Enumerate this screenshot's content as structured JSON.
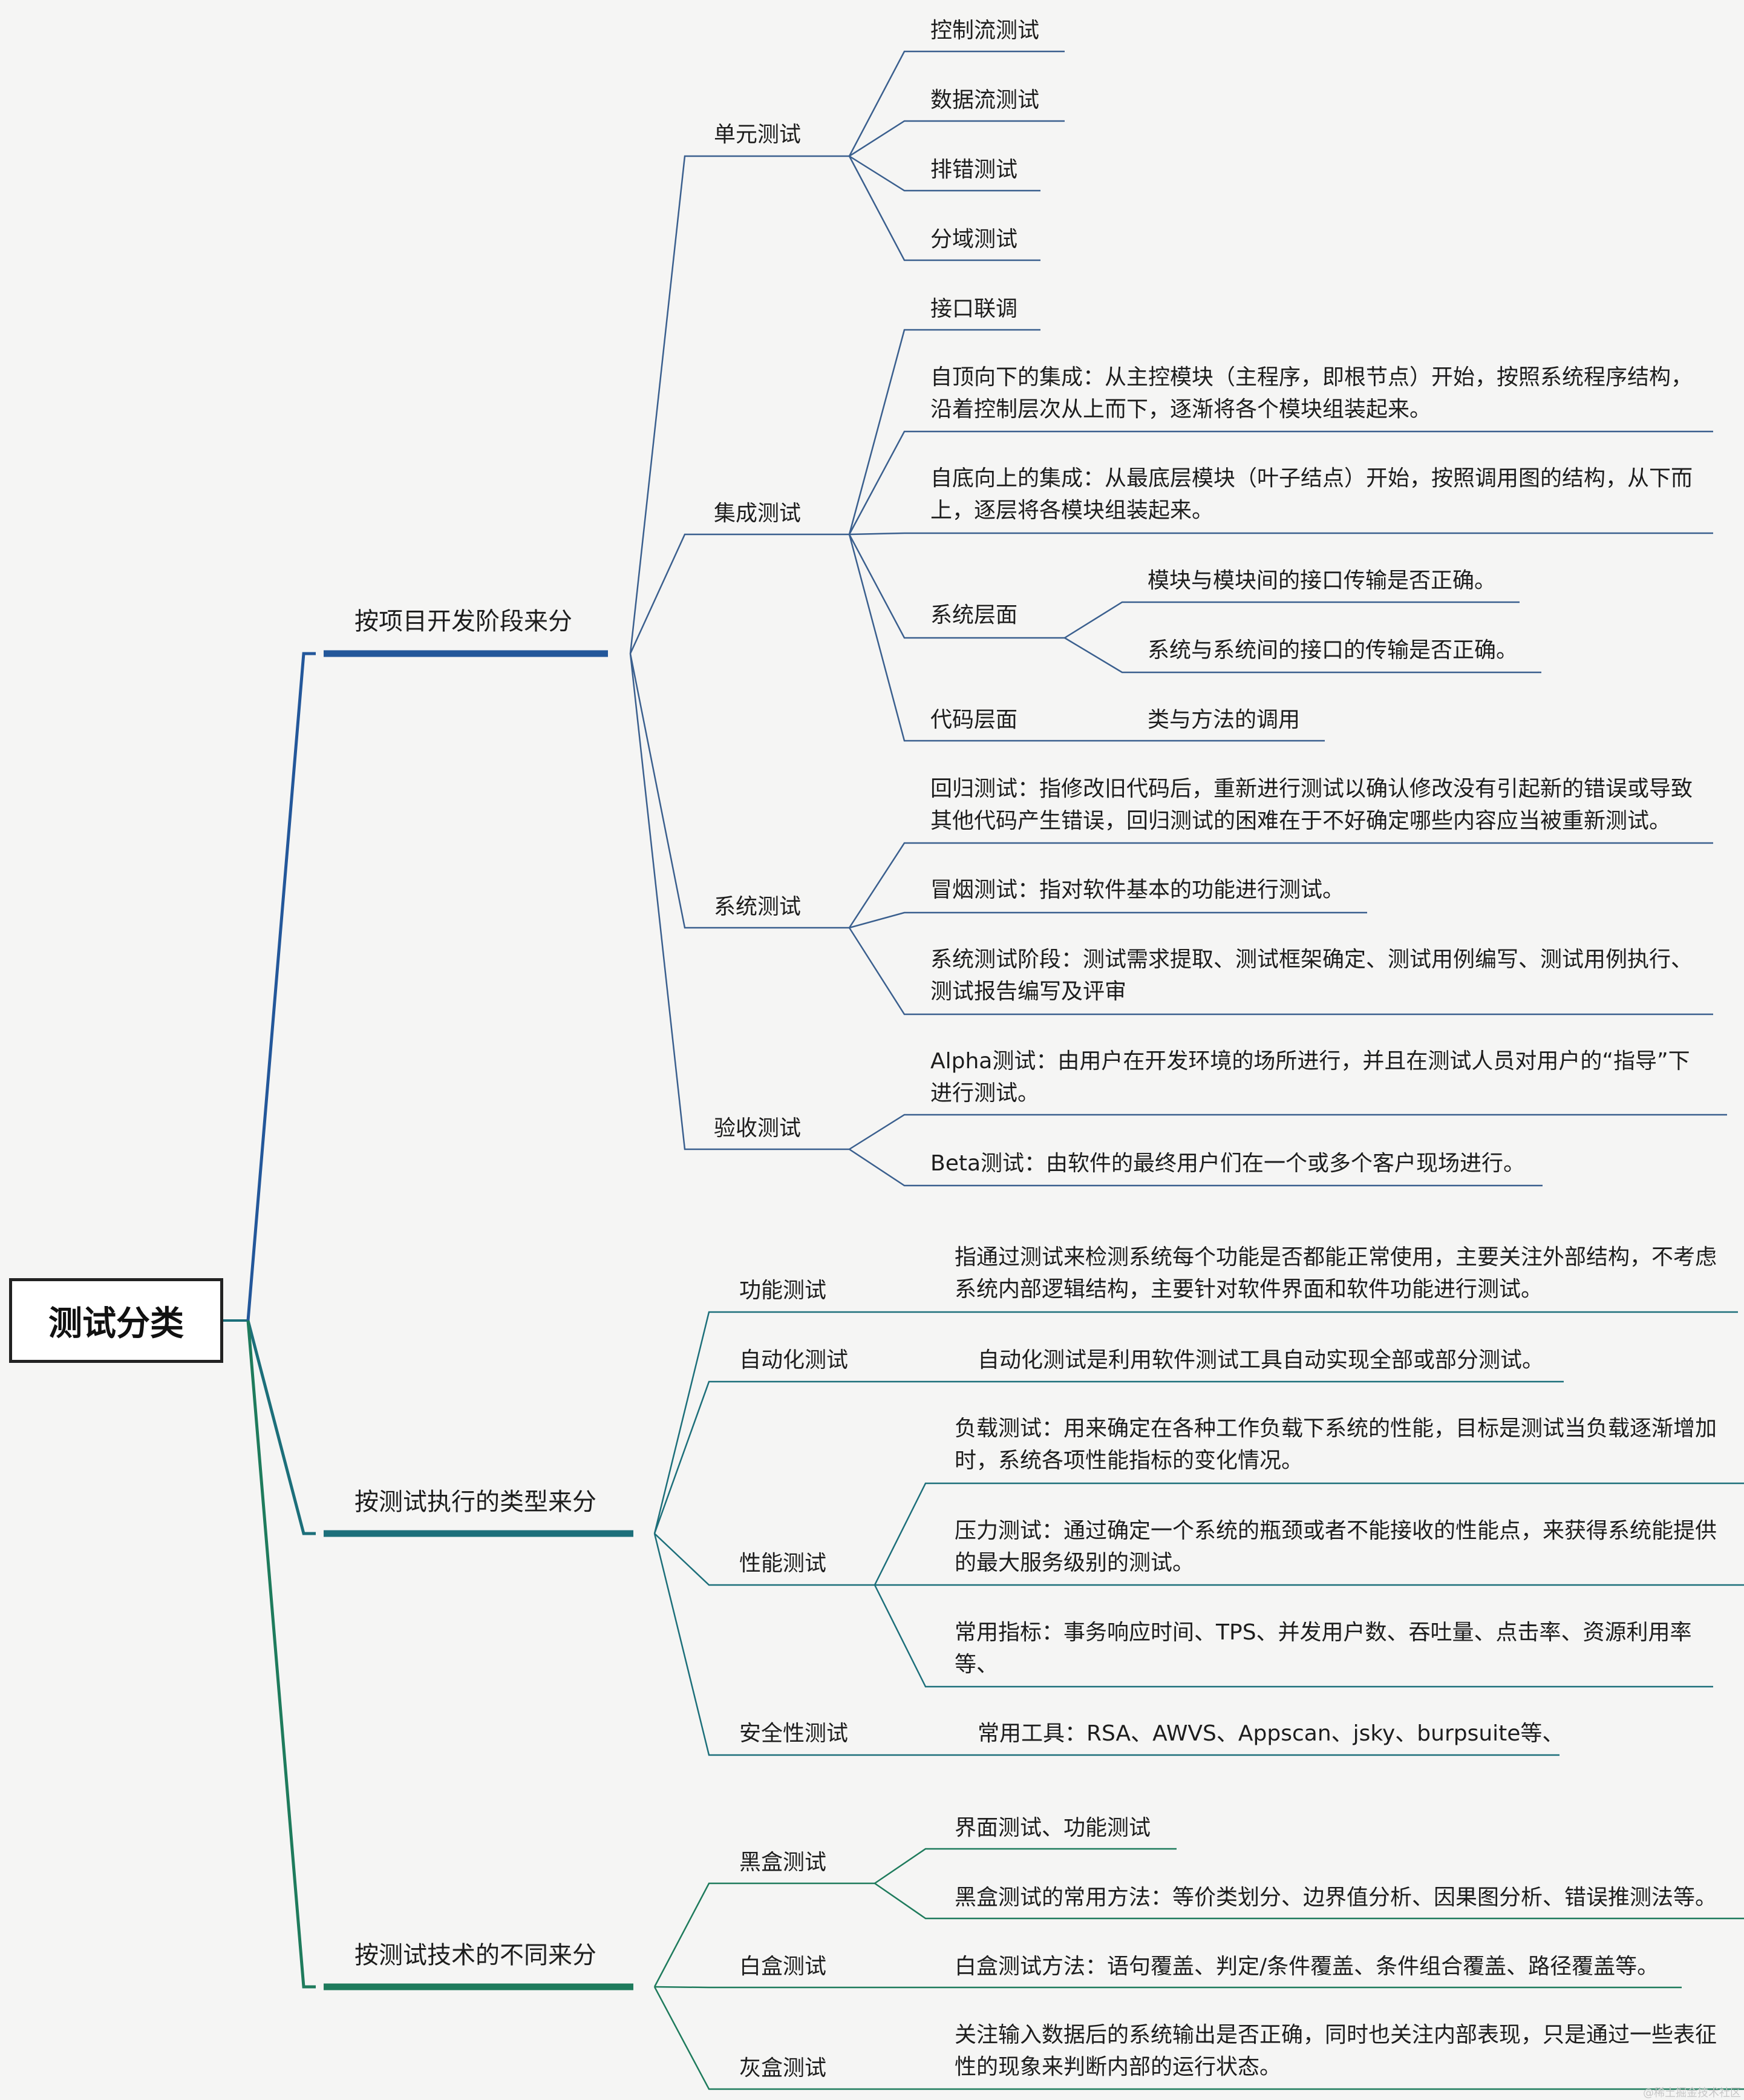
{
  "root": "测试分类",
  "colors": {
    "branch1": "#23579a",
    "branch2": "#1c6f7a",
    "branch3": "#1e7b5c",
    "line": "#3a5f8e"
  },
  "branches": [
    {
      "label": "按项目开发阶段来分",
      "children": [
        {
          "label": "单元测试",
          "children": [
            "控制流测试",
            "数据流测试",
            "排错测试",
            "分域测试"
          ]
        },
        {
          "label": "集成测试",
          "children": [
            "接口联调",
            "自顶向下的集成：从主控模块（主程序，即根节点）开始，按照系统程序结构，\n沿着控制层次从上而下，逐渐将各个模块组装起来。",
            "自底向上的集成：从最底层模块（叶子结点）开始，按照调用图的结构，从下而\n上，逐层将各模块组装起来。",
            {
              "label": "系统层面",
              "children": [
                "模块与模块间的接口传输是否正确。",
                "系统与系统间的接口的传输是否正确。"
              ]
            },
            {
              "label": "代码层面",
              "children": [
                "类与方法的调用"
              ]
            }
          ]
        },
        {
          "label": "系统测试",
          "children": [
            "回归测试：指修改旧代码后，重新进行测试以确认修改没有引起新的错误或导致\n其他代码产生错误，回归测试的困难在于不好确定哪些内容应当被重新测试。",
            "冒烟测试：指对软件基本的功能进行测试。",
            "系统测试阶段：测试需求提取、测试框架确定、测试用例编写、测试用例执行、\n测试报告编写及评审"
          ]
        },
        {
          "label": "验收测试",
          "children": [
            "Alpha测试：由用户在开发环境的场所进行，并且在测试人员对用户的“指导”下\n进行测试。",
            "Beta测试：由软件的最终用户们在一个或多个客户现场进行。"
          ]
        }
      ]
    },
    {
      "label": "按测试执行的类型来分",
      "children": [
        {
          "label": "功能测试",
          "children": [
            "指通过测试来检测系统每个功能是否都能正常使用，主要关注外部结构，不考虑\n系统内部逻辑结构，主要针对软件界面和软件功能进行测试。"
          ]
        },
        {
          "label": "自动化测试",
          "children": [
            "自动化测试是利用软件测试工具自动实现全部或部分测试。"
          ]
        },
        {
          "label": "性能测试",
          "children": [
            "负载测试：用来确定在各种工作负载下系统的性能，目标是测试当负载逐渐增加\n时，系统各项性能指标的变化情况。",
            "压力测试：通过确定一个系统的瓶颈或者不能接收的性能点，来获得系统能提供\n的最大服务级别的测试。",
            "常用指标：事务响应时间、TPS、并发用户数、吞吐量、点击率、资源利用率\n等、"
          ]
        },
        {
          "label": "安全性测试",
          "children": [
            "常用工具：RSA、AWVS、Appscan、jsky、burpsuite等、"
          ]
        }
      ]
    },
    {
      "label": "按测试技术的不同来分",
      "children": [
        {
          "label": "黑盒测试",
          "children": [
            "界面测试、功能测试",
            "黑盒测试的常用方法：等价类划分、边界值分析、因果图分析、错误推测法等。"
          ]
        },
        {
          "label": "白盒测试",
          "children": [
            "白盒测试方法：语句覆盖、判定/条件覆盖、条件组合覆盖、路径覆盖等。"
          ]
        },
        {
          "label": "灰盒测试",
          "children": [
            "关注输入数据后的系统输出是否正确，同时也关注内部表现，只是通过一些表征\n性的现象来判断内部的运行状态。"
          ]
        }
      ]
    }
  ],
  "watermark": "@稀土掘金技术社区"
}
